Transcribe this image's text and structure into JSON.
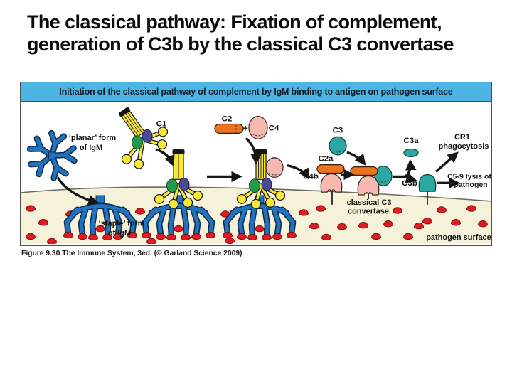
{
  "slide": {
    "title_line1": "The classical pathway: Fixation of complement,",
    "title_line2": "generation of C3b by the classical C3 convertase"
  },
  "figure": {
    "header": "Initiation of the classical pathway of complement by IgM binding to antigen on pathogen surface",
    "caption": "Figure 9.30  The Immune System, 3ed. (© Garland Science 2009)",
    "labels": {
      "planar_form_line1": "‘planar’ form",
      "planar_form_line2": "of IgM",
      "staple_form_line1": "‘staple’ form",
      "staple_form_line2": "of IgM",
      "c1": "C1",
      "c2": "C2",
      "plus": "+",
      "c4": "C4",
      "c2a": "C2a",
      "c4b": "C4b",
      "c3": "C3",
      "c3a": "C3a",
      "c3b": "C3b",
      "convertase_line1": "classical C3",
      "convertase_line2": "convertase",
      "cr1_line1": "CR1",
      "cr1_line2": "phagocytosis",
      "lysis_line1": "C5-9 lysis of",
      "lysis_line2": "pathogen",
      "pathogen_surface": "pathogen surface"
    },
    "colors": {
      "header_bg": "#4cb5e3",
      "surface": "#f6f2da",
      "igm_blue": "#2273bb",
      "c1_yellow": "#f9e73a",
      "c1_green": "#229a4d",
      "c1_purple": "#4c4a97",
      "c2_orange": "#ee7320",
      "c4_pink": "#f7b8b0",
      "c3_teal": "#2ca8a2",
      "antigen_red": "#e01b22"
    }
  }
}
